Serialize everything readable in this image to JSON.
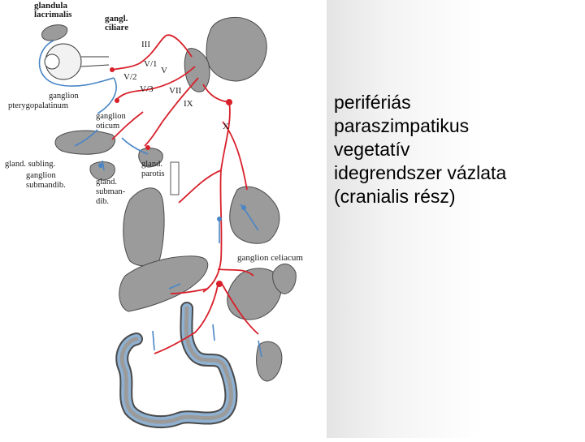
{
  "title_lines": [
    "perifériás",
    "paraszimpatikus",
    "vegetatív",
    "idegrendszer vázlata",
    "(cranialis rész)"
  ],
  "labels": {
    "glandula": "glandula",
    "lacrimalis": "lacrimalis",
    "gangl": "gangl.",
    "ciliare": "ciliare",
    "ganglion_pt": "ganglion",
    "pterygopalatinum": "pterygopalatinum",
    "ganglion_ot": "ganglion",
    "oticum": "oticum",
    "gland_subling": "gland. subling.",
    "ganglion_sm": "ganglion",
    "submandib": "submandib.",
    "gland_p": "gland.",
    "parotis": "parotis",
    "gland_sm": "gland.",
    "submand": "subman-",
    "dib": "dib.",
    "ganglion_celiacum": "ganglion celiacum"
  },
  "nerves": {
    "III": "III",
    "V1": "V/1",
    "V": "V",
    "V2": "V/2",
    "V3": "V/3",
    "VII": "VII",
    "IX": "IX",
    "X": "X"
  },
  "colors": {
    "nerve_red": "#d8202a",
    "nerve_blue": "#4a86c6",
    "organ_gray": "#9b9b9b"
  }
}
